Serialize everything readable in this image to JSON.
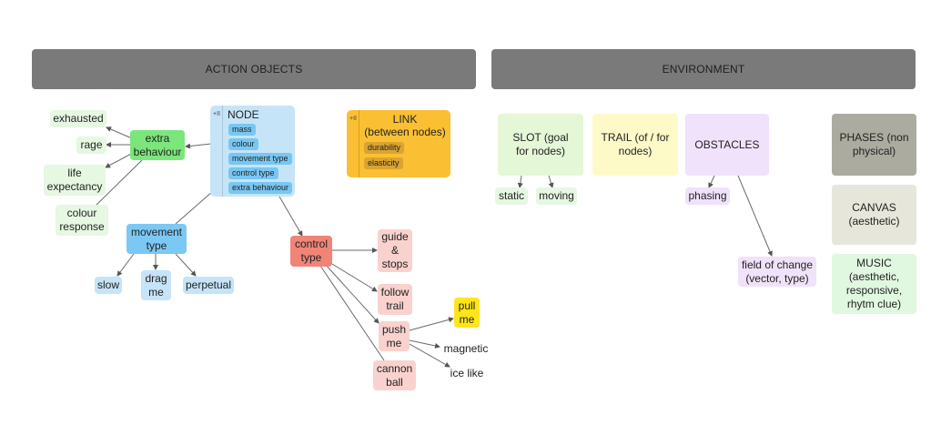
{
  "headers": {
    "action_objects": "ACTION OBJECTS",
    "environment": "ENVIRONMENT"
  },
  "nodes": {
    "node": {
      "title": "NODE",
      "collapse": "+II",
      "attributes": [
        "mass",
        "colour",
        "movement type",
        "control type",
        "extra behaviour"
      ]
    },
    "link": {
      "title_line1": "LINK",
      "title_line2": "(between nodes)",
      "collapse": "+II",
      "attributes": [
        "durability",
        "elasticity"
      ]
    },
    "extra_behaviour": "extra behaviour",
    "exhausted": "exhausted",
    "rage": "rage",
    "life_expectancy": "life expectancy",
    "colour_response": "colour response",
    "movement_type": "movement type",
    "slow": "slow",
    "drag_me": "drag me",
    "perpetual": "perpetual",
    "control_type": "control type",
    "guide_stops": "guide & stops",
    "follow_trail": "follow trail",
    "push_me": "push me",
    "cannon_ball": "cannon ball",
    "pull_me": "pull me",
    "magnetic": "magnetic",
    "ice_like": "ice like",
    "slot": "SLOT (goal for nodes)",
    "static": "static",
    "moving": "moving",
    "trail": "TRAIL (of / for nodes)",
    "obstacles": "OBSTACLES",
    "phasing": "phasing",
    "field_of_change": "field of change (vector, type)",
    "phases": "PHASES (non physical)",
    "canvas": "CANVAS (aesthetic)",
    "music": "MUSIC (aesthetic, responsive, rhytm clue)"
  },
  "colors": {
    "header": "#7a7a7a",
    "green_main": "#7be67b",
    "green_light": "#e6f7e2",
    "blue_main": "#7cc8f5",
    "blue_light": "#c6e4f8",
    "red_main": "#f08577",
    "red_light": "#f9d2ce",
    "yellow": "#ffe51a",
    "orange": "#fbbf33",
    "slot": "#e4f7d6",
    "trail": "#fdfac8",
    "purple": "#f0e2fa",
    "phases": "#ababa0",
    "canvas": "#e6e6da",
    "music": "#e0f7e0"
  }
}
